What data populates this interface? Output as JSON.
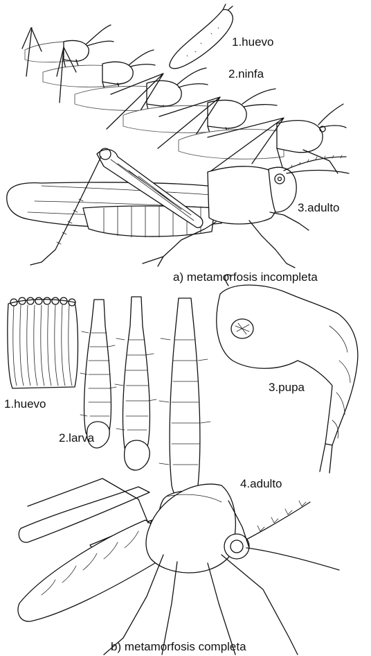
{
  "section_a": {
    "caption": "a) metamorfosis incompleta",
    "labels": {
      "egg": "1.huevo",
      "nymph": "2.ninfa",
      "adult": "3.adulto"
    }
  },
  "section_b": {
    "caption": "b) metamorfosis completa",
    "labels": {
      "egg": "1.huevo",
      "larva": "2.larva",
      "pupa": "3.pupa",
      "adult": "4.adulto"
    }
  }
}
